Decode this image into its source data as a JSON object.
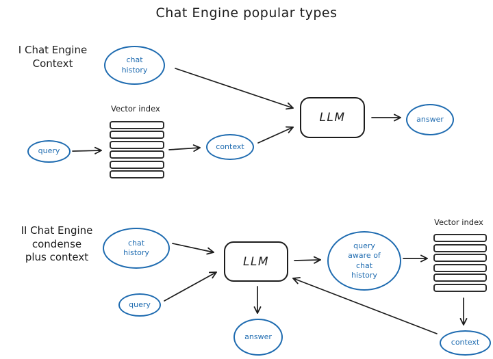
{
  "title": "Chat Engine popular types",
  "colors": {
    "blue": "#1e6bb0",
    "ink": "#1c1c1c",
    "background": "#ffffff"
  },
  "diagram1": {
    "label_lines": [
      "I Chat Engine",
      "Context"
    ],
    "nodes": {
      "chat_history": {
        "lines": [
          "chat",
          "history"
        ]
      },
      "query": {
        "label": "query"
      },
      "vector_index": {
        "label": "Vector index",
        "rows": 6
      },
      "context": {
        "label": "context"
      },
      "llm": {
        "label": "LLM"
      },
      "answer": {
        "label": "answer"
      }
    }
  },
  "diagram2": {
    "label_lines": [
      "II Chat Engine",
      "condense",
      "plus context"
    ],
    "nodes": {
      "chat_history": {
        "lines": [
          "chat",
          "history"
        ]
      },
      "query": {
        "label": "query"
      },
      "llm": {
        "label": "LLM"
      },
      "query_aware": {
        "lines": [
          "query",
          "aware of",
          "chat",
          "history"
        ]
      },
      "vector_index": {
        "label": "Vector index",
        "rows": 6
      },
      "context": {
        "label": "context"
      },
      "answer": {
        "label": "answer"
      }
    }
  }
}
